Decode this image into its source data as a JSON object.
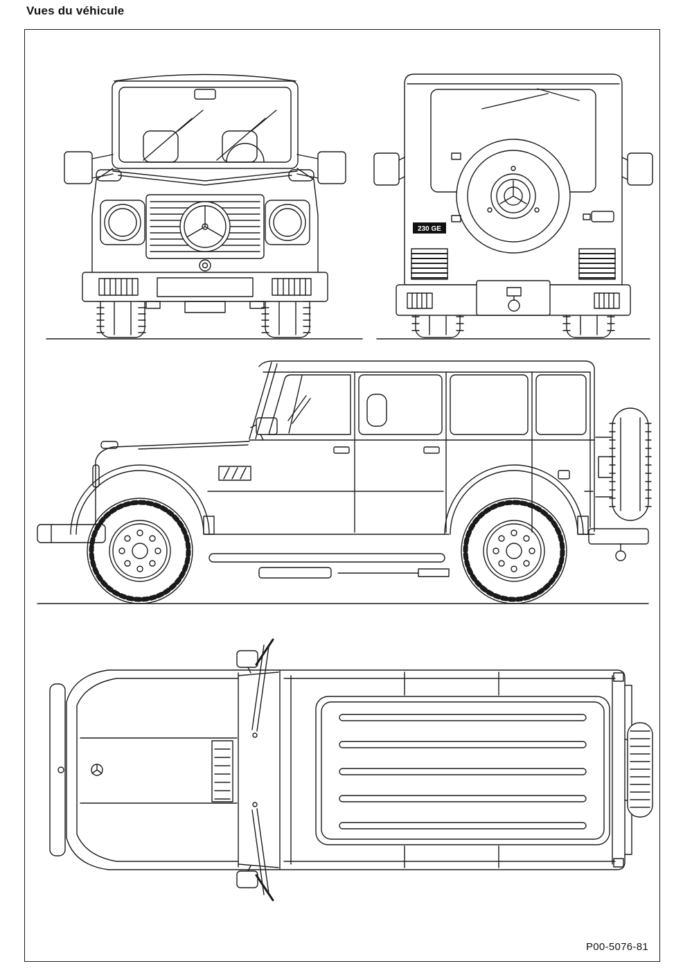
{
  "page": {
    "title": "Vues du véhicule",
    "figure_ref": "P00-5076-81"
  },
  "rear_view": {
    "badge": "230 GE"
  }
}
